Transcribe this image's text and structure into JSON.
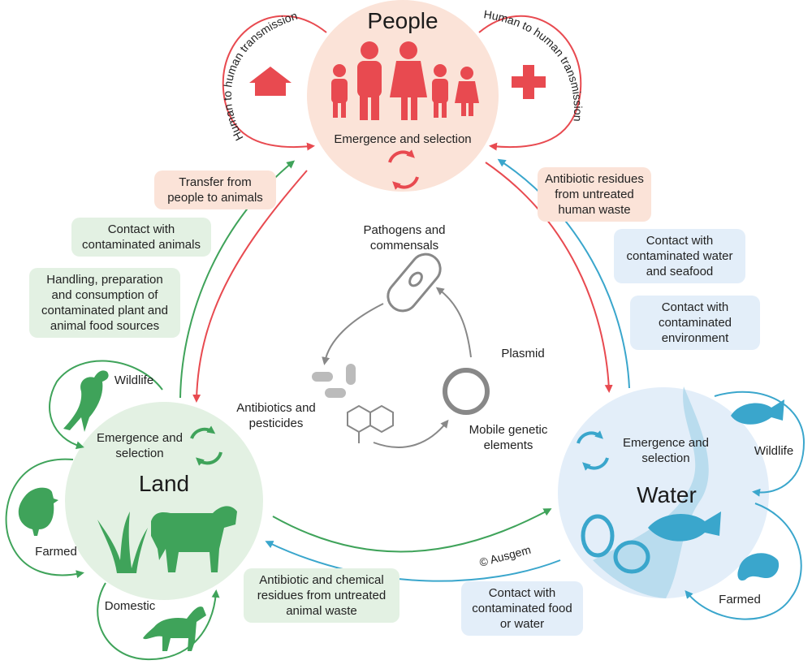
{
  "colors": {
    "people": "#e84a50",
    "land": "#3fa35a",
    "water": "#3aa6cc",
    "pink_bg": "#fbe3d8",
    "green_bg": "#e3f1e3",
    "blue_bg": "#e3eef9",
    "gray": "#888888"
  },
  "nodes": {
    "people": {
      "title": "People",
      "subtitle": "Emergence and selection"
    },
    "land": {
      "title": "Land",
      "subtitle": "Emergence and selection"
    },
    "water": {
      "title": "Water",
      "subtitle": "Emergence and selection"
    }
  },
  "loops": {
    "people_left": "Human to human transmission",
    "people_right": "Human to human transmission"
  },
  "labels": {
    "land_wildlife": "Wildlife",
    "land_farmed": "Farmed",
    "land_domestic": "Domestic",
    "water_wildlife": "Wildlife",
    "water_farmed": "Farmed"
  },
  "boxes": {
    "transfer_people_animals": "Transfer from people to animals",
    "contact_animals": "Contact with contaminated animals",
    "handling_food": "Handling, preparation and consumption of contaminated plant and animal food sources",
    "residues_human_waste": "Antibiotic residues from untreated human waste",
    "contact_water_seafood": "Contact with contaminated water and seafood",
    "contact_environment": "Contact with contaminated environment",
    "residues_animal_waste": "Antibiotic and chemical residues from untreated animal waste",
    "contact_food_water": "Contact with contaminated food or water"
  },
  "center": {
    "pathogens": "Pathogens and commensals",
    "plasmid": "Plasmid",
    "antibiotics": "Antibiotics and pesticides",
    "mobile": "Mobile genetic elements"
  },
  "copyright": "© Ausgem"
}
